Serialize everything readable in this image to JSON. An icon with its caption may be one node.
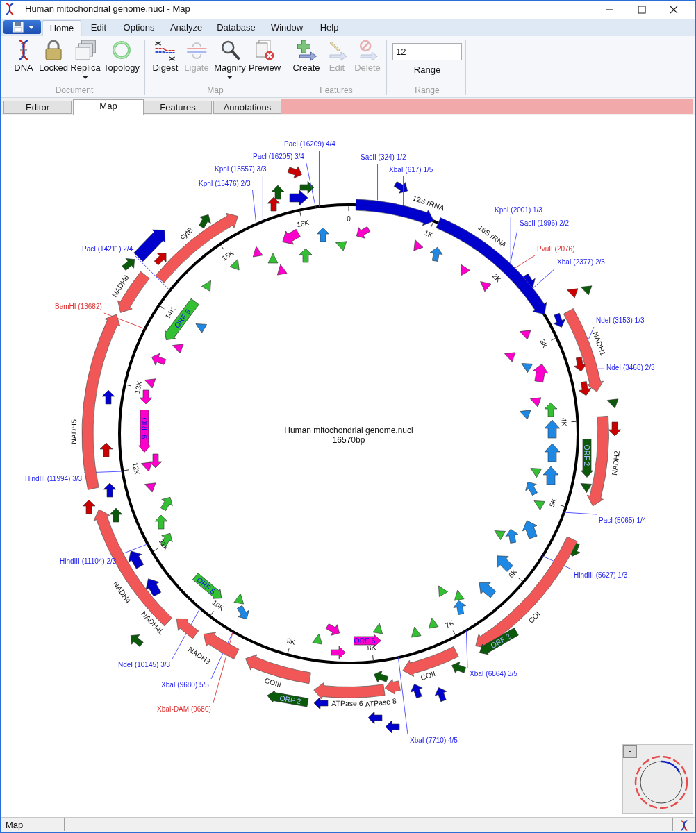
{
  "diagram": {
    "title": "Human mitochondrial genome.nucl - Map",
    "nodes": [
      {
        "text": [
          "12S rRNA"
        ]
      },
      {
        "text": [
          "16S rRNA"
        ]
      },
      {
        "text": [
          "NADH1"
        ]
      },
      {
        "text": [
          "NADH2"
        ]
      },
      {
        "text": [
          "COI"
        ]
      },
      {
        "text": [
          "COII"
        ]
      },
      {
        "text": [
          "ATPase 8"
        ]
      },
      {
        "text": [
          "ATPase 6"
        ]
      },
      {
        "text": [
          "COIII"
        ]
      },
      {
        "text": [
          "NADH3"
        ]
      },
      {
        "text": [
          "NADH4L"
        ]
      },
      {
        "text": [
          "NADH4"
        ]
      },
      {
        "text": [
          "NADH5"
        ]
      },
      {
        "text": [
          "NADH6"
        ]
      },
      {
        "text": [
          "cytB"
        ]
      },
      {
        "text": [
          "ORF 5"
        ]
      },
      {
        "text": [
          "ORF 6"
        ]
      },
      {
        "text": [
          "ORF 5"
        ]
      },
      {
        "text": [
          "ORF 6"
        ]
      },
      {
        "text": [
          "ORF 2"
        ]
      },
      {
        "text": [
          "ORF 2"
        ]
      },
      {
        "text": [
          "ORF 2"
        ]
      },
      {
        "text": [
          "PacI (16209) 4/4"
        ]
      },
      {
        "text": [
          "PacI (16205) 3/4"
        ]
      },
      {
        "text": [
          "KpnI (15557) 3/3"
        ]
      },
      {
        "text": [
          "KpnI (15476) 2/3"
        ]
      },
      {
        "text": [
          "SacII (324) 1/2"
        ]
      },
      {
        "text": [
          "XbaI (617) 1/5"
        ]
      },
      {
        "text": [
          "KpnI (2001) 1/3"
        ]
      },
      {
        "text": [
          "SacII (1996) 2/2"
        ]
      },
      {
        "text": [
          "PvuII (2076)"
        ]
      },
      {
        "text": [
          "XbaI (2377) 2/5"
        ]
      },
      {
        "text": [
          "NdeI (3153) 1/3"
        ]
      },
      {
        "text": [
          "NdeI (3468) 2/3"
        ]
      },
      {
        "text": [
          "PacI (5065) 1/4"
        ]
      },
      {
        "text": [
          "HindIII (5627) 1/3"
        ]
      },
      {
        "text": [
          "XbaI (6864) 3/5"
        ]
      },
      {
        "text": [
          "XbaI (7710) 4/5"
        ]
      },
      {
        "text": [
          "XbaI (9680) 5/5"
        ]
      },
      {
        "text": [
          "XbaI-DAM (9680)"
        ]
      },
      {
        "text": [
          "NdeI (10145) 3/3"
        ]
      },
      {
        "text": [
          "HindIII (11104) 2/3"
        ]
      },
      {
        "text": [
          "HindIII (11994) 3/3"
        ]
      },
      {
        "text": [
          "BamHI (13682)"
        ]
      },
      {
        "text": [
          "PacI (14211) 2/4"
        ]
      },
      {
        "text": [],
        "shape": "arrow"
      },
      {
        "text": [],
        "shape": "arrow"
      },
      {
        "text": [],
        "shape": "arrow"
      },
      {
        "text": [],
        "shape": "arrow"
      },
      {
        "text": [],
        "shape": "arrow"
      },
      {
        "text": [],
        "shape": "arrow"
      },
      {
        "text": [],
        "shape": "arrow"
      },
      {
        "text": [],
        "shape": "arrow"
      },
      {
        "text": [],
        "shape": "triangle"
      },
      {
        "text": [],
        "shape": "arrow"
      },
      {
        "text": [],
        "shape": "arrow"
      },
      {
        "text": [],
        "shape": "triangle"
      },
      {
        "text": [],
        "shape": "triangle"
      },
      {
        "text": [],
        "shape": "triangle"
      },
      {
        "text": [],
        "shape": "triangle"
      },
      {
        "text": [],
        "shape": "triangle"
      },
      {
        "text": [],
        "shape": "arrow"
      },
      {
        "text": [],
        "shape": "arrow"
      },
      {
        "text": [],
        "shape": "arrow"
      },
      {
        "text": [],
        "shape": "arrow"
      },
      {
        "text": [],
        "shape": "triangle"
      },
      {
        "text": [],
        "shape": "arrow"
      },
      {
        "text": [],
        "shape": "triangle"
      },
      {
        "text": [],
        "shape": "triangle"
      },
      {
        "text": [],
        "shape": "arrow"
      },
      {
        "text": [],
        "shape": "triangle"
      },
      {
        "text": [],
        "shape": "triangle"
      },
      {
        "text": [],
        "shape": "arrow"
      },
      {
        "text": [],
        "shape": "arrow"
      },
      {
        "text": [],
        "shape": "arrow"
      },
      {
        "text": [],
        "shape": "triangle"
      },
      {
        "text": [],
        "shape": "triangle"
      },
      {
        "text": [],
        "shape": "triangle"
      },
      {
        "text": [],
        "shape": "arrow"
      },
      {
        "text": [],
        "shape": "triangle"
      },
      {
        "text": [],
        "shape": "arrow"
      },
      {
        "text": [],
        "shape": "triangle"
      },
      {
        "text": [],
        "shape": "arrow"
      },
      {
        "text": [],
        "shape": "triangle"
      },
      {
        "text": [],
        "shape": "arrow"
      },
      {
        "text": [],
        "shape": "arrow"
      },
      {
        "text": [],
        "shape": "triangle"
      },
      {
        "text": [],
        "shape": "arrow"
      },
      {
        "text": [],
        "shape": "triangle"
      },
      {
        "text": [],
        "shape": "arrow"
      },
      {
        "text": [],
        "shape": "triangle"
      },
      {
        "text": [],
        "shape": "arrow"
      },
      {
        "text": [],
        "shape": "triangle"
      },
      {
        "text": [],
        "shape": "arrow"
      },
      {
        "text": [],
        "shape": "arrow"
      },
      {
        "text": [],
        "shape": "arrow"
      },
      {
        "text": [],
        "shape": "arrow"
      },
      {
        "text": [],
        "shape": "triangle"
      },
      {
        "text": [],
        "shape": "triangle"
      },
      {
        "text": [],
        "shape": "arrow"
      },
      {
        "text": [],
        "shape": "triangle"
      },
      {
        "text": [],
        "shape": "triangle"
      },
      {
        "text": [],
        "shape": "triangle"
      },
      {
        "text": [],
        "shape": "triangle"
      },
      {
        "text": [],
        "shape": "arrow"
      },
      {
        "text": [],
        "shape": "arrow"
      },
      {
        "text": [],
        "shape": "arrow"
      },
      {
        "text": [],
        "shape": "arrow"
      },
      {
        "text": [],
        "shape": "arrow"
      },
      {
        "text": [],
        "shape": "arrow"
      },
      {
        "text": [],
        "shape": "arrow"
      },
      {
        "text": [],
        "shape": "arrow"
      },
      {
        "text": [],
        "shape": "arrow"
      },
      {
        "text": [],
        "shape": "triangle"
      },
      {
        "text": [],
        "shape": "arrow"
      },
      {
        "text": [],
        "shape": "arrow"
      },
      {
        "text": [],
        "shape": "arrow"
      },
      {
        "text": [],
        "shape": "arrow"
      },
      {
        "text": [],
        "shape": "arrow"
      },
      {
        "text": [],
        "shape": "arrow"
      },
      {
        "text": [],
        "shape": "arrow"
      },
      {
        "text": [],
        "shape": "arrow"
      },
      {
        "text": [],
        "shape": "arrow"
      },
      {
        "text": [],
        "shape": "arrow"
      },
      {
        "text": [],
        "shape": "arrow"
      },
      {
        "text": [],
        "shape": "arrow"
      },
      {
        "text": [],
        "shape": "triangle"
      },
      {
        "text": [],
        "shape": "triangle"
      },
      {
        "text": [],
        "shape": "arrow"
      },
      {
        "text": [],
        "shape": "arrow"
      },
      {
        "text": [],
        "shape": "triangle"
      },
      {
        "text": [],
        "shape": "arrow"
      },
      {
        "text": [],
        "shape": "triangle"
      },
      {
        "text": [],
        "shape": "triangle"
      }
    ],
    "edges": [
      {
        "from": 22,
        "to": null,
        "arrow": "none"
      },
      {
        "from": 23,
        "to": null,
        "arrow": "none"
      },
      {
        "from": 24,
        "to": null,
        "arrow": "none"
      },
      {
        "from": 25,
        "to": null,
        "arrow": "none"
      },
      {
        "from": 26,
        "to": 0,
        "arrow": "none"
      },
      {
        "from": 27,
        "to": 0,
        "arrow": "none"
      },
      {
        "from": 28,
        "to": 1,
        "arrow": "none"
      },
      {
        "from": 29,
        "to": 1,
        "arrow": "none"
      },
      {
        "from": 30,
        "to": 1,
        "arrow": "none",
        "color": "#dd3333"
      },
      {
        "from": 31,
        "to": 1,
        "arrow": "none"
      },
      {
        "from": 32,
        "to": 2,
        "arrow": "none"
      },
      {
        "from": 33,
        "to": 2,
        "arrow": "none"
      },
      {
        "from": 34,
        "to": null,
        "arrow": "none"
      },
      {
        "from": 35,
        "to": null,
        "arrow": "none"
      },
      {
        "from": 36,
        "to": null,
        "arrow": "none"
      },
      {
        "from": 37,
        "to": null,
        "arrow": "none"
      },
      {
        "from": 38,
        "to": null,
        "arrow": "none"
      },
      {
        "from": 39,
        "to": null,
        "arrow": "none",
        "color": "#dd3333"
      },
      {
        "from": 40,
        "to": null,
        "arrow": "none"
      },
      {
        "from": 41,
        "to": null,
        "arrow": "none"
      },
      {
        "from": 42,
        "to": null,
        "arrow": "none"
      },
      {
        "from": 43,
        "to": null,
        "arrow": "none",
        "color": "#dd3333"
      },
      {
        "from": 44,
        "to": null,
        "arrow": "none"
      }
    ],
    "labels": [
      "Home",
      "Edit",
      "Options",
      "Analyze",
      "Database",
      "Window",
      "Help",
      "DNA",
      "Locked",
      "Replica",
      "Topology",
      "Digest",
      "Ligate",
      "Magnify",
      "Preview",
      "Create",
      "Edit",
      "Delete",
      "12",
      "Range",
      "Document",
      "Map",
      "Features",
      "Range",
      "Editor",
      "Map",
      "Features",
      "Annotations",
      "Human mitochondrial genome.nucl",
      "16570bp",
      "0",
      "1K",
      "2K",
      "3K",
      "4K",
      "5K",
      "6K",
      "7K",
      "8K",
      "9K",
      "10K",
      "11K",
      "12K",
      "13K",
      "14K",
      "15K",
      "16K",
      "-",
      "Map"
    ]
  }
}
